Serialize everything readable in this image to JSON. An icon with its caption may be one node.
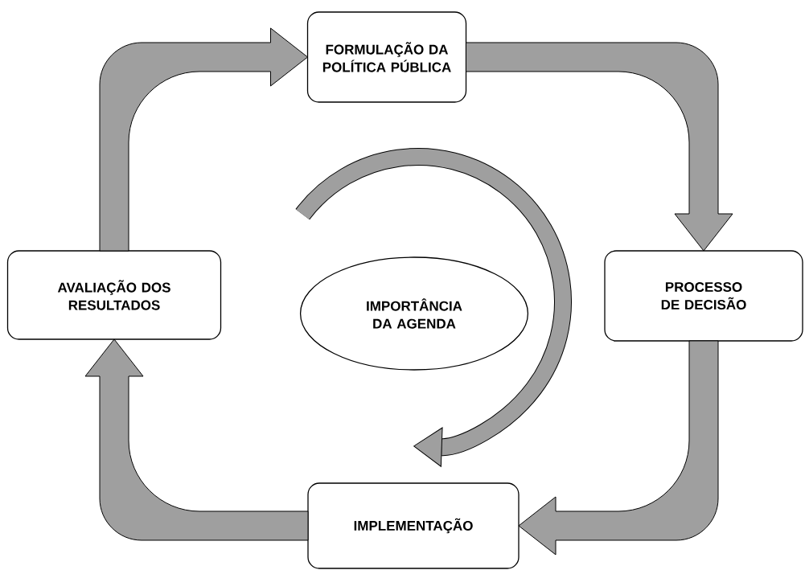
{
  "diagram": {
    "nodes": [
      {
        "text": [
          "FORMULAÇÃO DA POLÍTICA PÚBLICA"
        ]
      },
      {
        "text": [
          "PROCESSO DE DECISÃO"
        ]
      },
      {
        "text": [
          "IMPLEMENTAÇÃO"
        ]
      },
      {
        "text": [
          "AVALIAÇÃO DOS RESULTADOS"
        ]
      },
      {
        "text": [
          "IMPORTÂNCIA DA AGENDA"
        ]
      }
    ],
    "edges": [
      {
        "from": 0,
        "to": 1,
        "arrow": "to"
      },
      {
        "from": 1,
        "to": 2,
        "arrow": "to"
      },
      {
        "from": 2,
        "to": 3,
        "arrow": "to"
      },
      {
        "from": 3,
        "to": 0,
        "arrow": "to"
      }
    ]
  }
}
